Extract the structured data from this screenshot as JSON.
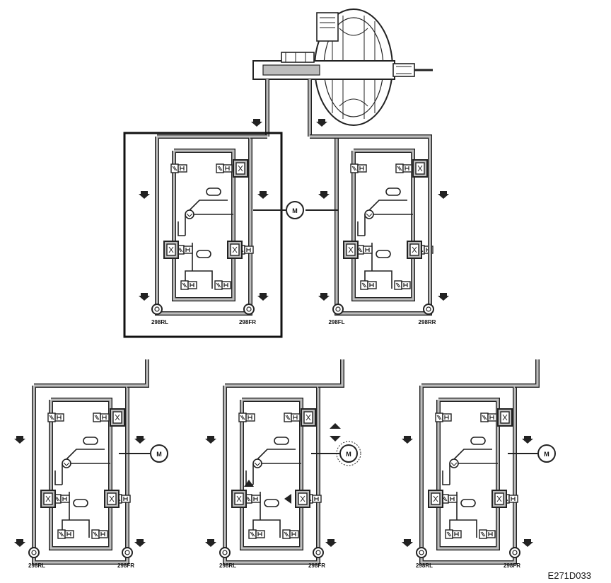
{
  "figure_id": "E271D033",
  "motor_label": "M",
  "wheel_labels": {
    "rear_left": "298RL",
    "front_right": "298FR",
    "front_left": "298FL",
    "rear_right": "298RR"
  },
  "colors": {
    "line": "#222222",
    "pipe_fill": "#bdbdbd",
    "background": "#ffffff"
  }
}
